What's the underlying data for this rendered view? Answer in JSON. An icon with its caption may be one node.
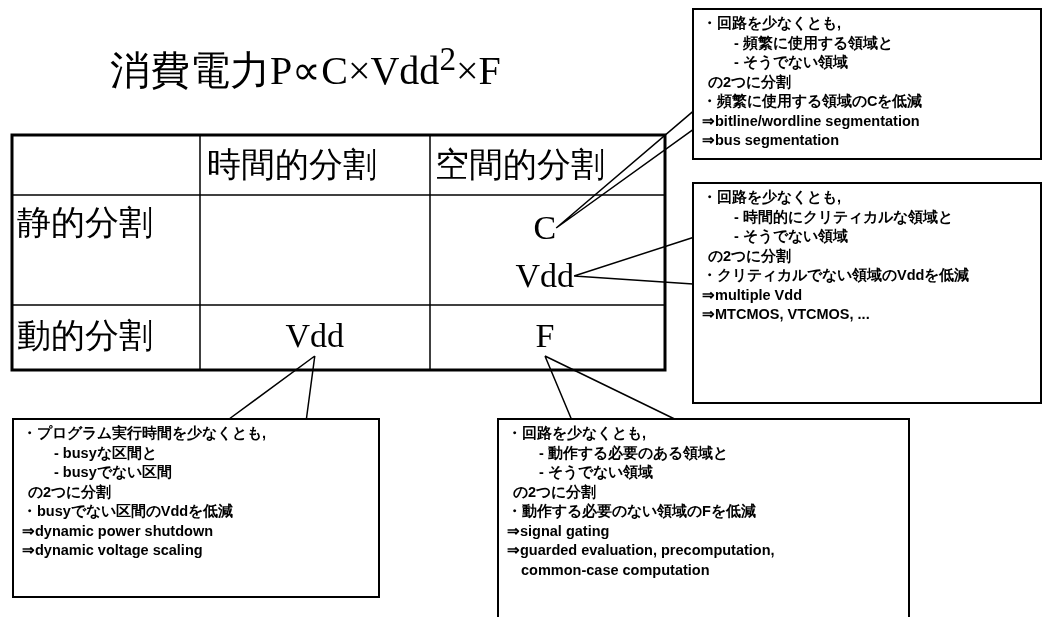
{
  "diagram": {
    "title": "消費電力P∝C×Vdd$^{2}$×F",
    "nodes": [
      {
        "text": [
          "C"
        ]
      },
      {
        "text": [
          "Vdd"
        ]
      },
      {
        "text": [
          "Vdd"
        ]
      },
      {
        "text": [
          "F"
        ]
      },
      {
        "text": [
          "・回路を少なくとも,",
          "- 頻繁に使用する領域と",
          "- そうでない領域",
          "の2つに分割",
          "・頻繁に使用する領域のCを低減",
          "⇒bitline/wordline segmentation",
          "⇒bus segmentation"
        ]
      },
      {
        "text": [
          "・回路を少なくとも,",
          "- 時間的にクリティカルな領域と",
          "- そうでない領域",
          "の2つに分割",
          "・クリティカルでない領域のVddを低減",
          "⇒multiple Vdd",
          "⇒MTCMOS, VTCMOS, ..."
        ]
      },
      {
        "text": [
          "・プログラム実行時間を少なくとも,",
          "- busyな区間と",
          "- busyでない区間",
          "の2つに分割",
          "・busyでない区間のVddを低減",
          "⇒dynamic power shutdown",
          "⇒dynamic voltage scaling"
        ]
      },
      {
        "text": [
          "・回路を少なくとも,",
          "- 動作する必要のある領域と",
          "- そうでない領域",
          "の2つに分割",
          "・動作する必要のない領域のFを低減",
          "⇒signal gating",
          "⇒guarded evaluation, precomputation, common-case computation"
        ]
      }
    ],
    "edges": [
      {
        "from": 4,
        "to": 0,
        "arrow": "none"
      },
      {
        "from": 5,
        "to": 1,
        "arrow": "none"
      },
      {
        "from": 6,
        "to": 2,
        "arrow": "none"
      },
      {
        "from": 7,
        "to": 3,
        "arrow": "none"
      }
    ],
    "labels": [
      "時間的分割",
      "空間的分割",
      "静的分割",
      "動的分割"
    ]
  }
}
